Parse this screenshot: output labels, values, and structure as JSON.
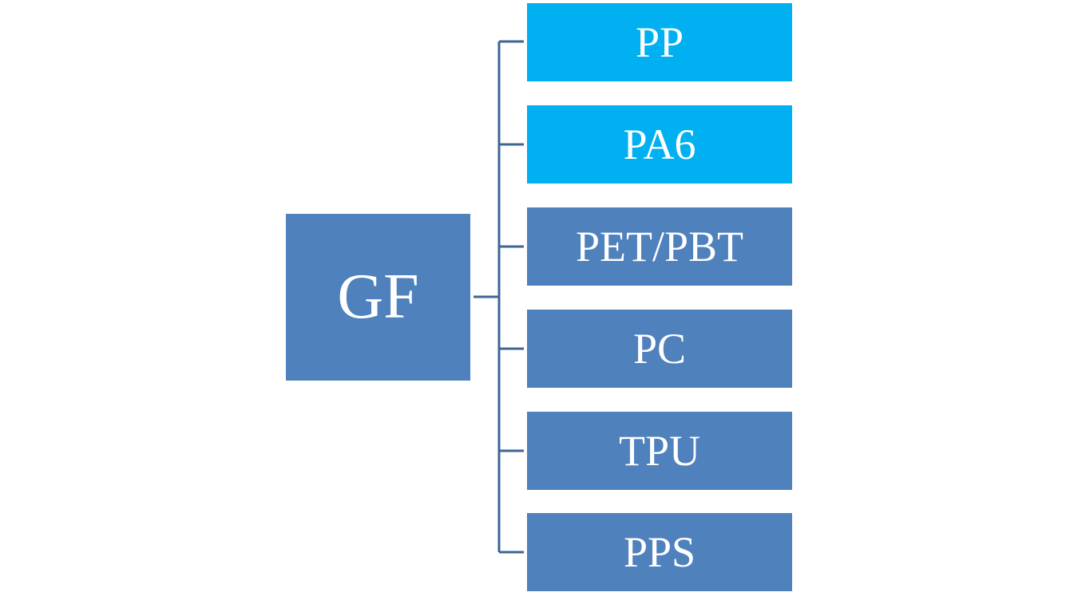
{
  "root": {
    "label": "GF",
    "color": "#4f81bd"
  },
  "children": [
    {
      "label": "PP",
      "color": "#00b0f0"
    },
    {
      "label": "PA6",
      "color": "#00b0f0"
    },
    {
      "label": "PET/PBT",
      "color": "#4f81bd"
    },
    {
      "label": "PC",
      "color": "#4f81bd"
    },
    {
      "label": "TPU",
      "color": "#4f81bd"
    },
    {
      "label": "PPS",
      "color": "#4f81bd"
    }
  ],
  "connector_color": "#3c6595"
}
